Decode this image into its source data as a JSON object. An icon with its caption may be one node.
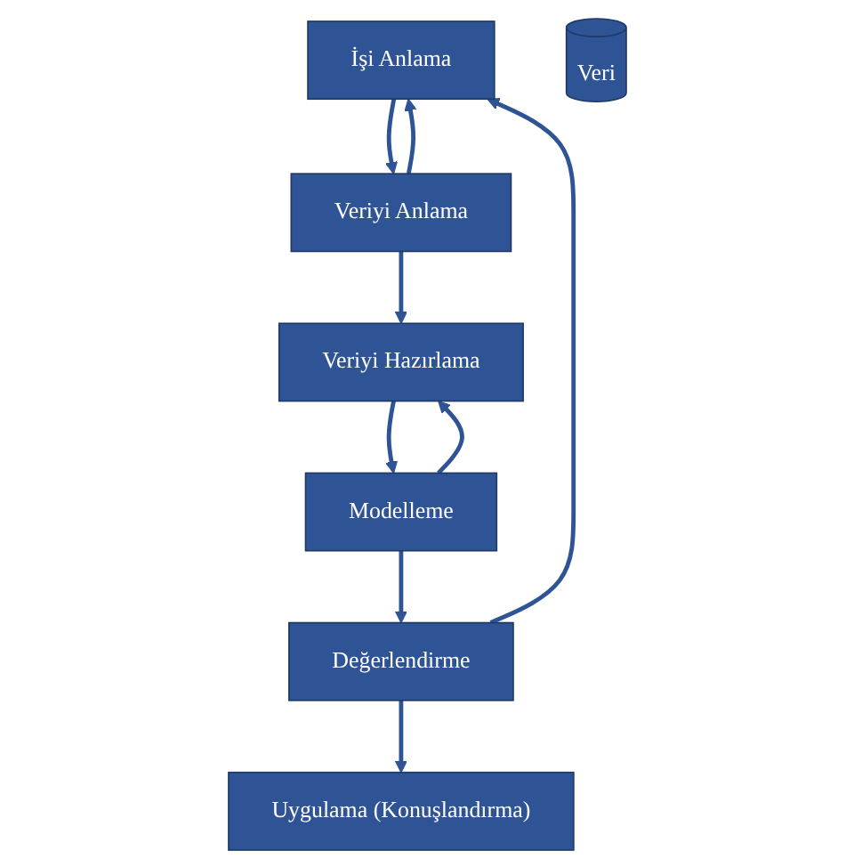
{
  "diagram": {
    "nodes": [
      {
        "text": [
          "İşi Anlama"
        ]
      },
      {
        "text": [
          "Veriyi Anlama"
        ]
      },
      {
        "text": [
          "Veriyi Hazırlama"
        ]
      },
      {
        "text": [
          "Modelleme"
        ]
      },
      {
        "text": [
          "Değerlendirme"
        ]
      },
      {
        "text": [
          "Uygulama (Konuşlandırma)"
        ]
      },
      {
        "text": [
          "Veri"
        ]
      }
    ],
    "edges": [
      {
        "from": 0,
        "to": 1,
        "arrow": "to"
      },
      {
        "from": 1,
        "to": 0,
        "arrow": "to"
      },
      {
        "from": 1,
        "to": 2,
        "arrow": "to"
      },
      {
        "from": 2,
        "to": 3,
        "arrow": "to"
      },
      {
        "from": 3,
        "to": 2,
        "arrow": "to"
      },
      {
        "from": 3,
        "to": 4,
        "arrow": "to"
      },
      {
        "from": 4,
        "to": 5,
        "arrow": "to"
      },
      {
        "from": 4,
        "to": 0,
        "arrow": "to"
      }
    ]
  }
}
